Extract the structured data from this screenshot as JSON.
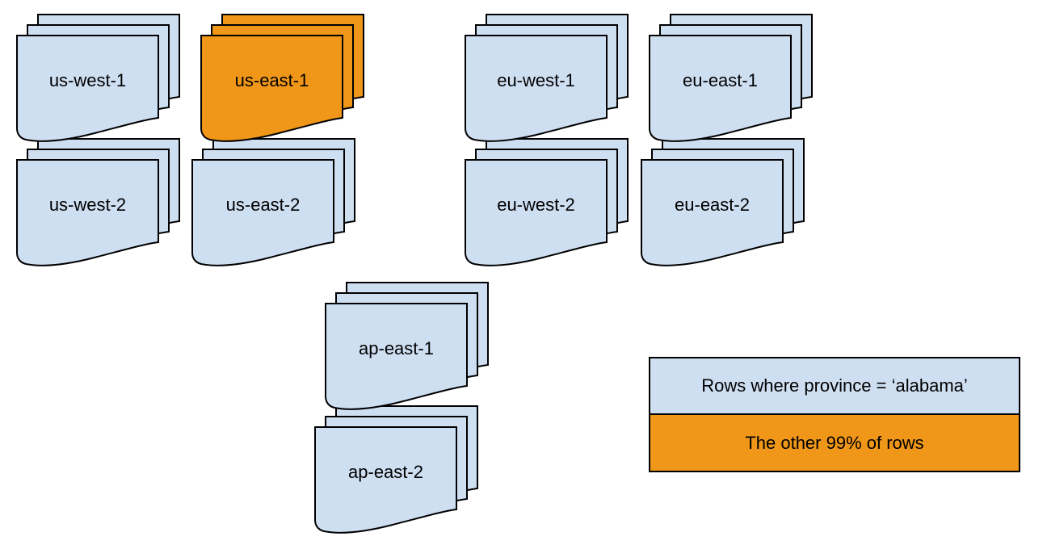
{
  "colors": {
    "blue": "#CFDFF2",
    "orange": "#F0971A",
    "stroke": "#000000"
  },
  "regions": [
    {
      "id": "us-west-1",
      "label": "us-west-1",
      "color": "blue"
    },
    {
      "id": "us-east-1",
      "label": "us-east-1",
      "color": "orange"
    },
    {
      "id": "us-west-2",
      "label": "us-west-2",
      "color": "blue"
    },
    {
      "id": "us-east-2",
      "label": "us-east-2",
      "color": "blue"
    },
    {
      "id": "eu-west-1",
      "label": "eu-west-1",
      "color": "blue"
    },
    {
      "id": "eu-east-1",
      "label": "eu-east-1",
      "color": "blue"
    },
    {
      "id": "eu-west-2",
      "label": "eu-west-2",
      "color": "blue"
    },
    {
      "id": "eu-east-2",
      "label": "eu-east-2",
      "color": "blue"
    },
    {
      "id": "ap-east-1",
      "label": "ap-east-1",
      "color": "blue"
    },
    {
      "id": "ap-east-2",
      "label": "ap-east-2",
      "color": "blue"
    }
  ],
  "legend": {
    "rows": [
      {
        "label": "Rows where province = ‘alabama’",
        "color": "blue"
      },
      {
        "label": "The other 99% of rows",
        "color": "orange"
      }
    ]
  }
}
